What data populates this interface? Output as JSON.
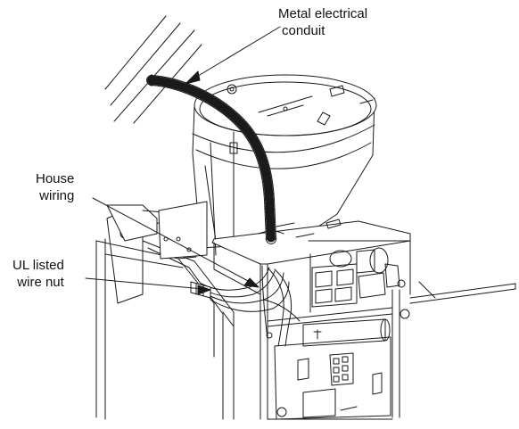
{
  "labels": {
    "conduit": {
      "line1": "Metal electrical",
      "line2": "conduit"
    },
    "house_wiring": {
      "line1": "House",
      "line2": "wiring"
    },
    "wire_nut": {
      "line1": "UL listed",
      "line2": "wire nut"
    }
  },
  "colors": {
    "stroke": "#1a1a1a",
    "background": "#ffffff"
  }
}
